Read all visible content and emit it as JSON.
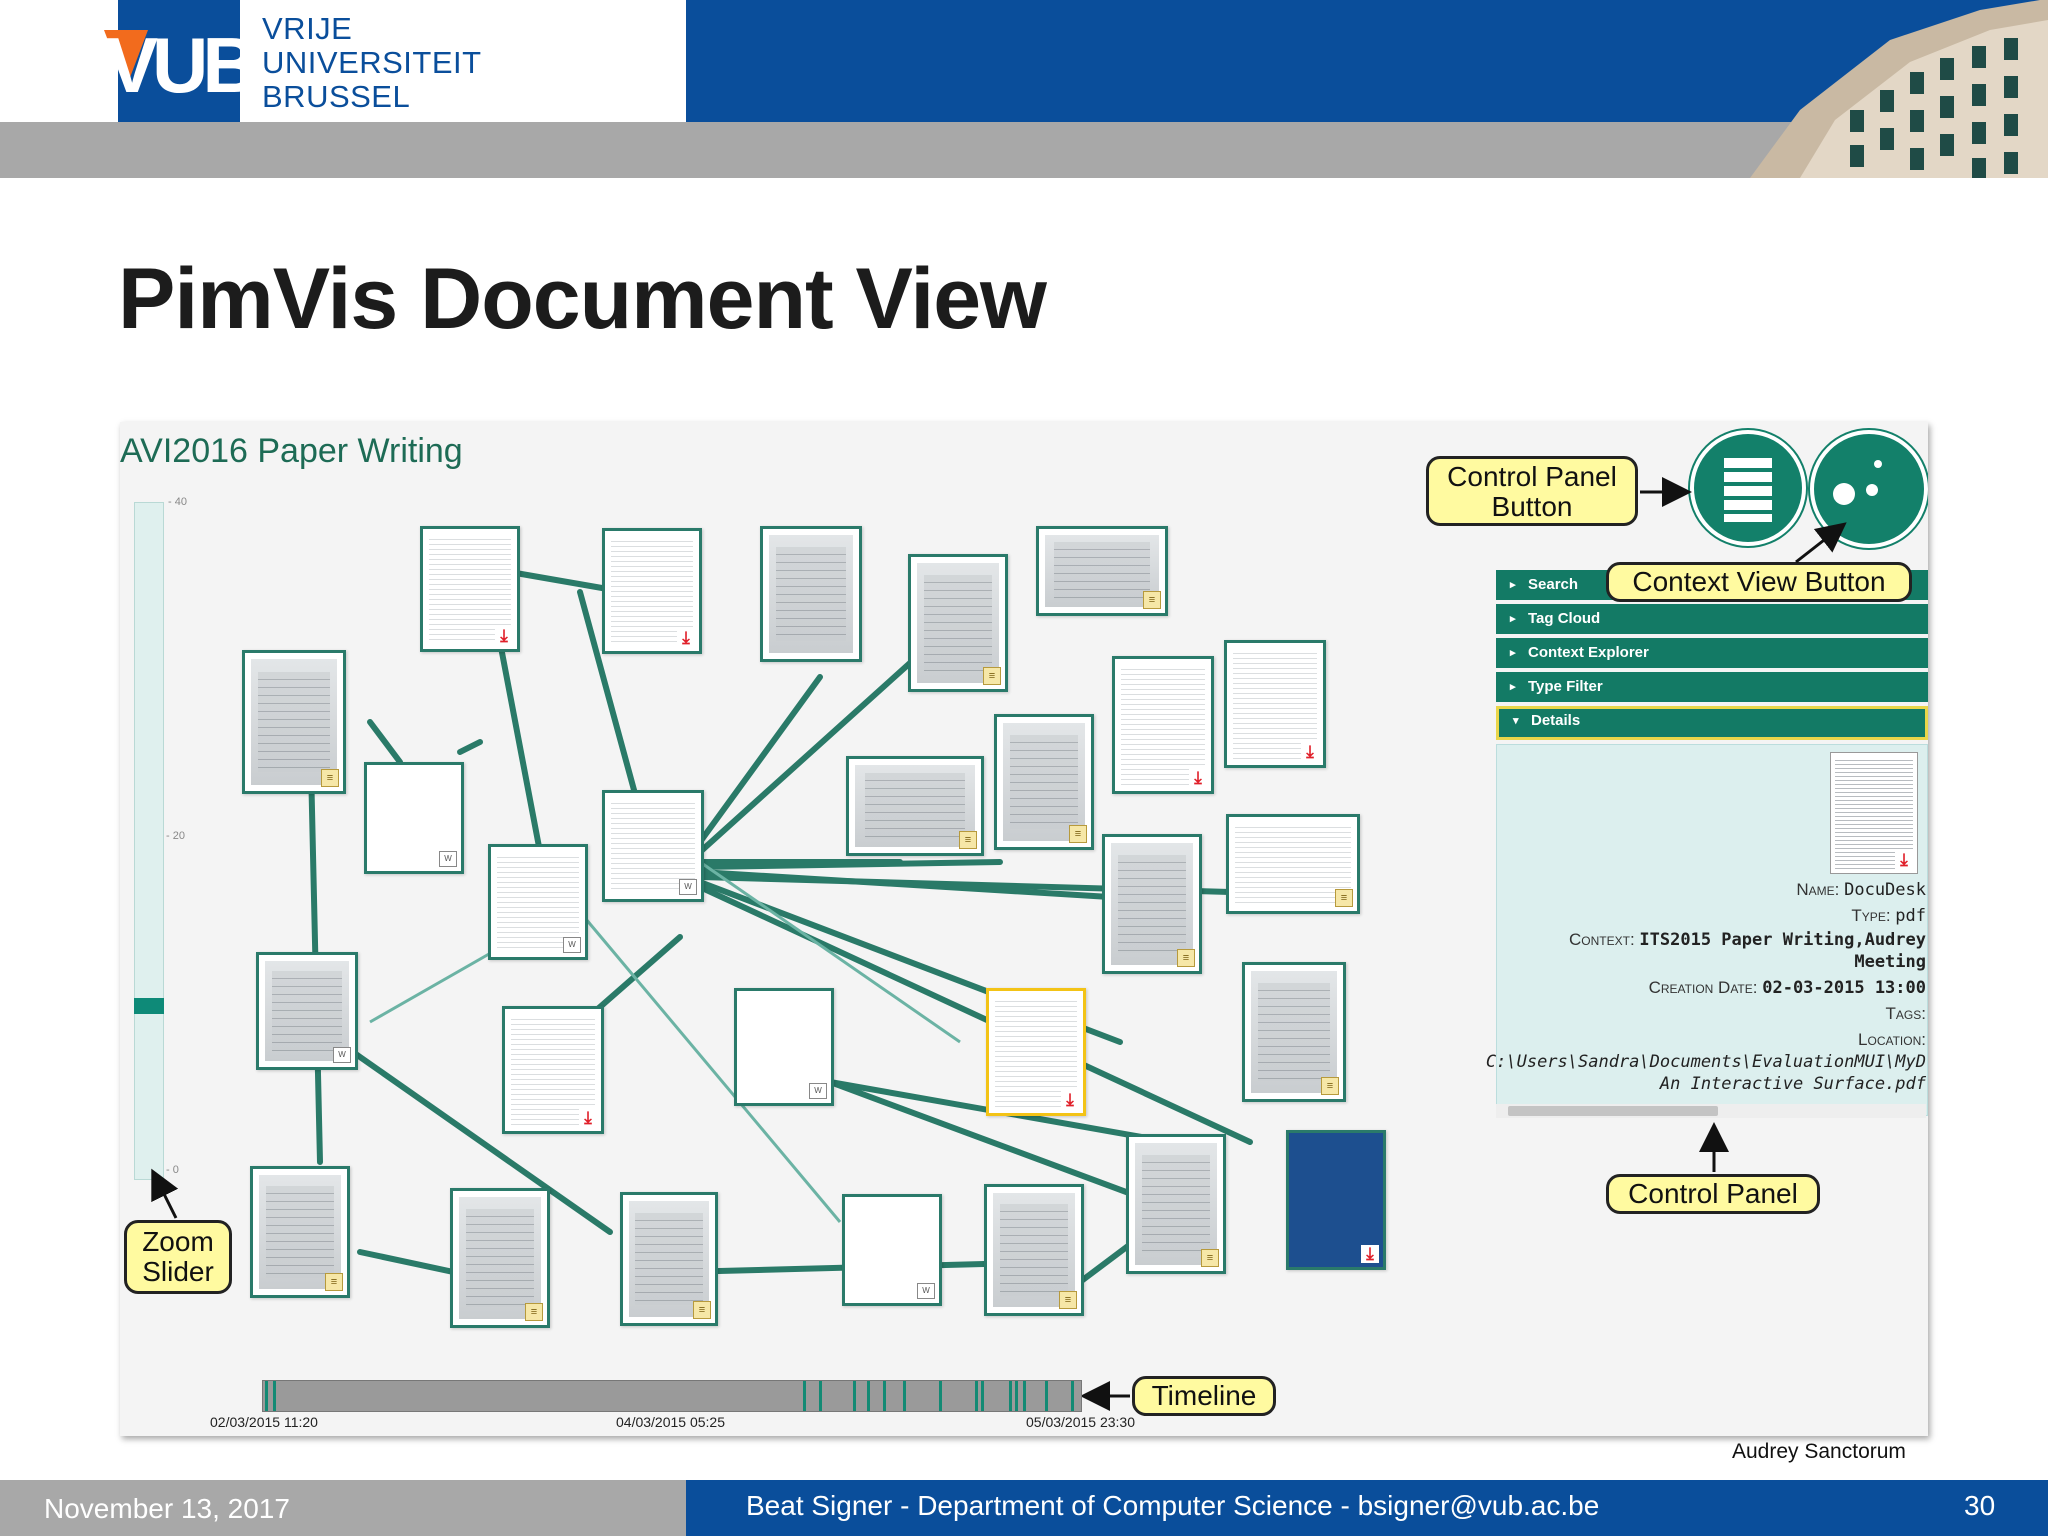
{
  "header": {
    "logo_text": "VUB",
    "university_lines": [
      "VRIJE",
      "UNIVERSITEIT",
      "BRUSSEL"
    ]
  },
  "slide": {
    "title": "PimVis Document View"
  },
  "screenshot": {
    "context_title": "AVI2016 Paper Writing",
    "zoom_ticks": [
      "40",
      "20",
      "0"
    ],
    "panel": {
      "bars": [
        "Search",
        "Tag Cloud",
        "Context Explorer",
        "Type Filter",
        "Details"
      ],
      "details": {
        "name_label": "Name:",
        "name_value": "DocuDesk",
        "type_label": "Type:",
        "type_value": "pdf",
        "context_label": "Context:",
        "context_value_1": "ITS2015 Paper Writing,Audrey",
        "context_value_2": "Meeting",
        "creation_label": "Creation Date:",
        "creation_value": "02-03-2015 13:00",
        "tags_label": "Tags:",
        "location_label": "Location:",
        "location_value_1": "C:\\Users\\Sandra\\Documents\\EvaluationMUI\\MyD",
        "location_value_2": "An Interactive Surface.pdf"
      }
    },
    "callouts": {
      "control_panel_button": [
        "Control Panel",
        "Button"
      ],
      "context_view_button": "Context View Button",
      "control_panel": "Control Panel",
      "zoom_slider": [
        "Zoom",
        "Slider"
      ],
      "timeline": "Timeline"
    },
    "timeline_dates": [
      "02/03/2015 11:20",
      "04/03/2015 05:25",
      "05/03/2015 23:30"
    ],
    "accent_color": "#137a65",
    "selected_color": "#f3c316"
  },
  "credit": "Audrey Sanctorum",
  "footer": {
    "date": "November 13, 2017",
    "center": "Beat Signer - Department of Computer Science - bsigner@vub.ac.be",
    "page": "30"
  }
}
